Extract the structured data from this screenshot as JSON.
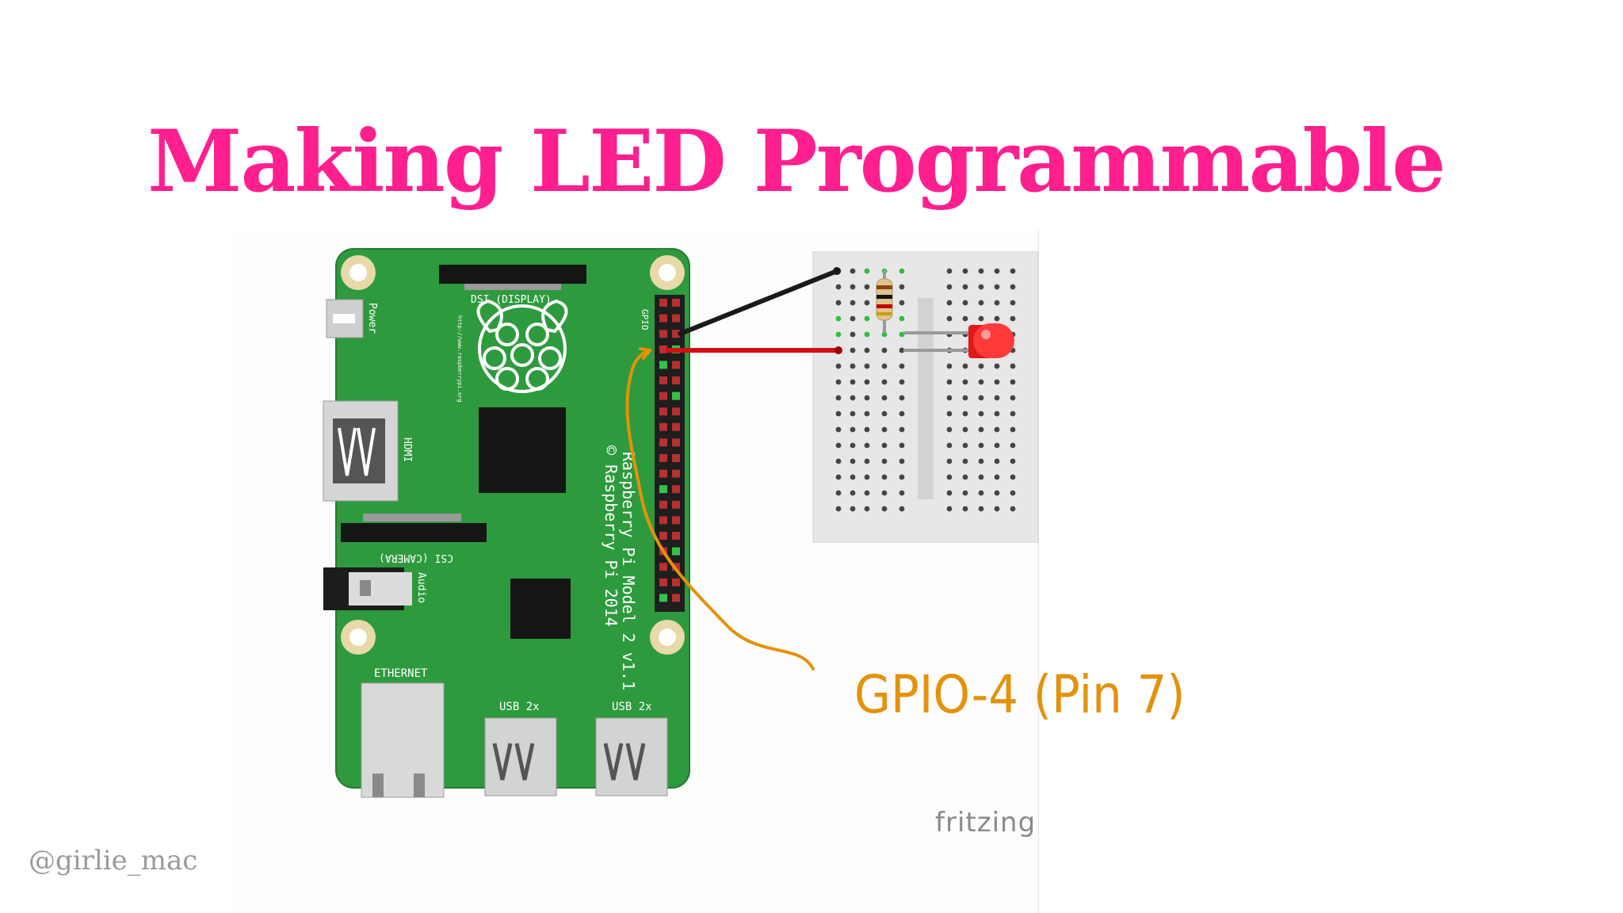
{
  "slide": {
    "title": "Making LED Programmable",
    "author": "@girlie_mac"
  },
  "diagram": {
    "board_labels": {
      "dsi": "DSI (DISPLAY)",
      "power": "Power",
      "hdmi": "HDMI",
      "csi": "CSI (CAMERA)",
      "audio": "Audio",
      "ethernet": "ETHERNET",
      "usb_left": "USB 2x",
      "usb_right": "USB 2x",
      "gpio": "GPIO",
      "model": "Raspberry Pi Model 2 v1.1",
      "copyright": "© Raspberry Pi 2014",
      "url": "http://www.raspberrypi.org"
    },
    "annotation": "GPIO-4 (Pin 7)",
    "tool_logo": "fritzing",
    "colors": {
      "title": "#ff1f8e",
      "board": "#2e9a3e",
      "annotation": "#e3920b",
      "wire_red": "#d01010",
      "wire_black": "#1a1a1a",
      "led": "#ff2a2a"
    }
  }
}
